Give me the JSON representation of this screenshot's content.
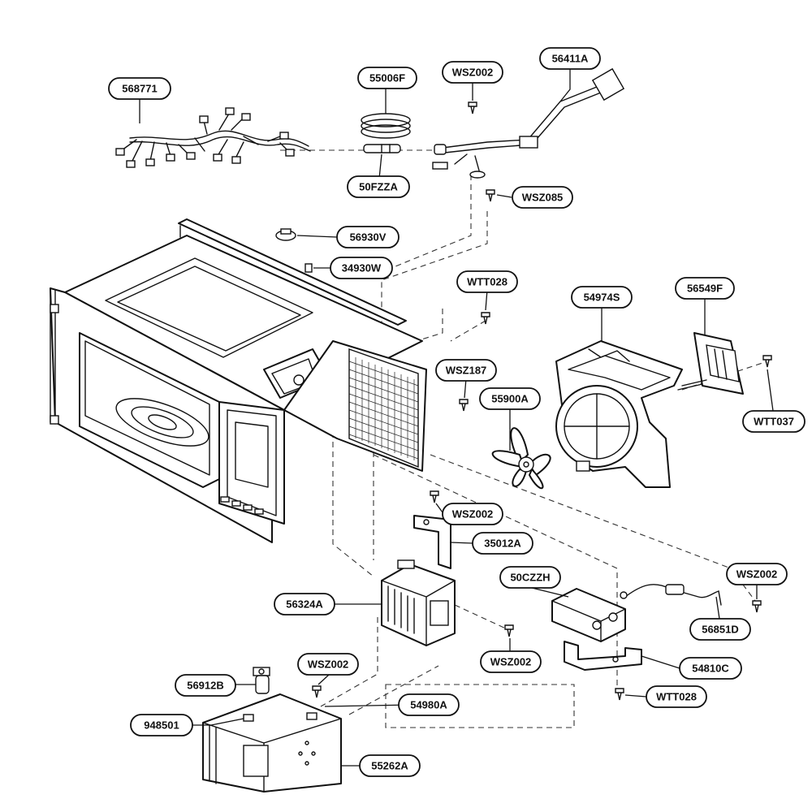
{
  "labels": {
    "p568771": "568771",
    "p55006F": "55006F",
    "pWSZ002_top": "WSZ002",
    "p56411A": "56411A",
    "p50FZZA": "50FZZA",
    "pWSZ085": "WSZ085",
    "p56930V": "56930V",
    "p34930W": "34930W",
    "pWTT028_top": "WTT028",
    "p54974S": "54974S",
    "p56549F": "56549F",
    "pWSZ187": "WSZ187",
    "p55900A": "55900A",
    "pWTT037": "WTT037",
    "pWSZ002_mid": "WSZ002",
    "p35012A": "35012A",
    "p50CZZH": "50CZZH",
    "pWSZ002_right": "WSZ002",
    "p56324A": "56324A",
    "p56851D": "56851D",
    "pWSZ002_low": "WSZ002",
    "p54810C": "54810C",
    "pWSZ002_bottom": "WSZ002",
    "p56912B": "56912B",
    "pWTT028_bottom": "WTT028",
    "p54980A": "54980A",
    "p948501": "948501",
    "p55262A": "55262A"
  },
  "colors": {
    "line": "#111111",
    "background": "#ffffff"
  }
}
